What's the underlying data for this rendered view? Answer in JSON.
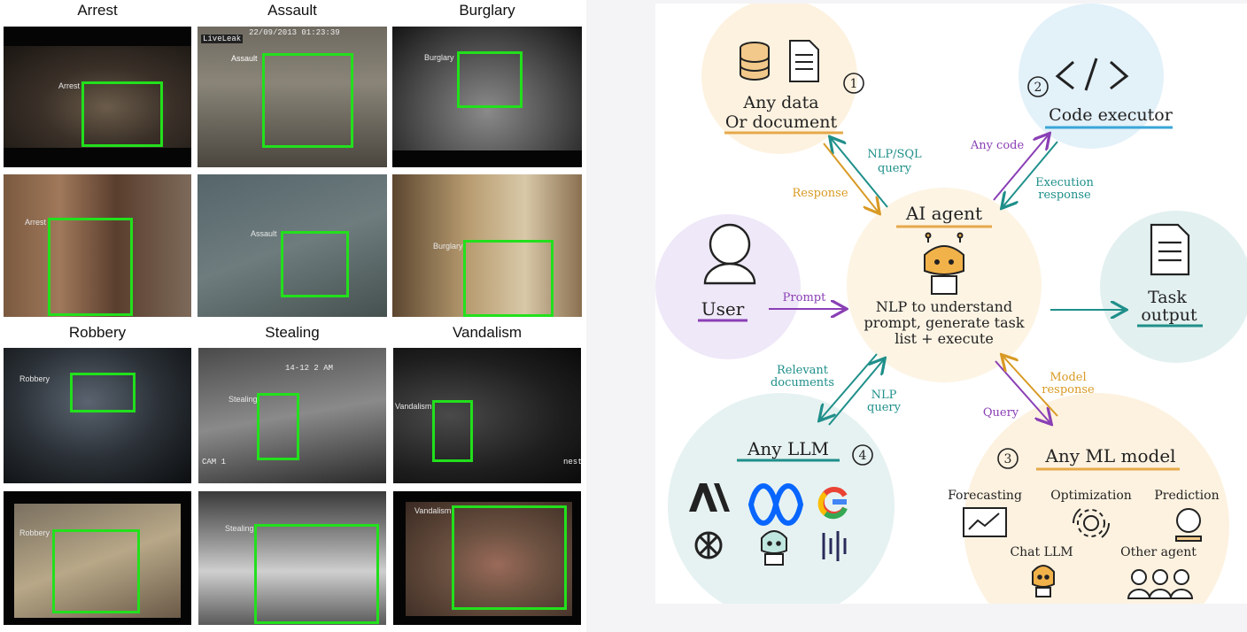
{
  "categories": [
    {
      "title": "Arrest"
    },
    {
      "title": "Assault"
    },
    {
      "title": "Burglary"
    },
    {
      "title": "Robbery"
    },
    {
      "title": "Stealing"
    },
    {
      "title": "Vandalism"
    }
  ],
  "frames": [
    {
      "label": "Arrest",
      "stamp": ""
    },
    {
      "label": "Assault",
      "stamp": "22/09/2013 01:23:39"
    },
    {
      "label": "Burglary",
      "stamp": ""
    },
    {
      "label": "Arrest",
      "stamp": ""
    },
    {
      "label": "Assault",
      "stamp": ""
    },
    {
      "label": "Burglary",
      "stamp": ""
    },
    {
      "label": "Robbery",
      "stamp": ""
    },
    {
      "label": "Stealing",
      "stamp": "14-12     2 AM"
    },
    {
      "label": "Vandalism",
      "stamp": ""
    },
    {
      "label": "Robbery",
      "stamp": ""
    },
    {
      "label": "Stealing",
      "stamp": ""
    },
    {
      "label": "Vandalism",
      "stamp": ""
    }
  ],
  "watermark": "LiveLeak",
  "camera_tag": "CAM 1",
  "nest_tag": "nest",
  "diagram": {
    "agent_title": "AI agent",
    "agent_desc": [
      "NLP to understand",
      "prompt, generate task",
      "list + execute"
    ],
    "data_title": [
      "Any data",
      "Or document"
    ],
    "data_num": "1",
    "code_title": "Code executor",
    "code_num": "2",
    "user_title": "User",
    "task_title": [
      "Task",
      "output"
    ],
    "llm_title": "Any LLM",
    "llm_num": "4",
    "ml_title": "Any ML model",
    "ml_num": "3",
    "ml_items": [
      "Forecasting",
      "Optimization",
      "Prediction",
      "Chat LLM",
      "Other agent"
    ],
    "arrows": {
      "nlp_sql_query": [
        "NLP/SQL",
        "query"
      ],
      "response": "Response",
      "any_code": "Any code",
      "execution_response": [
        "Execution",
        "response"
      ],
      "prompt": "Prompt",
      "relevant_documents": [
        "Relevant",
        "documents"
      ],
      "nlp_query": [
        "NLP",
        "query"
      ],
      "model_response": [
        "Model",
        "response"
      ],
      "query": "Query"
    },
    "colors": {
      "data": "#fdf2e0",
      "code": "#e3f1f9",
      "user": "#efe8f8",
      "task": "#e3f0f0",
      "llm": "#e6f2f1",
      "ml": "#fdf2e0",
      "agent": "#fdf4e4",
      "purple": "#8a3fb5",
      "teal": "#1f8f8a",
      "amber": "#d99a24"
    }
  }
}
